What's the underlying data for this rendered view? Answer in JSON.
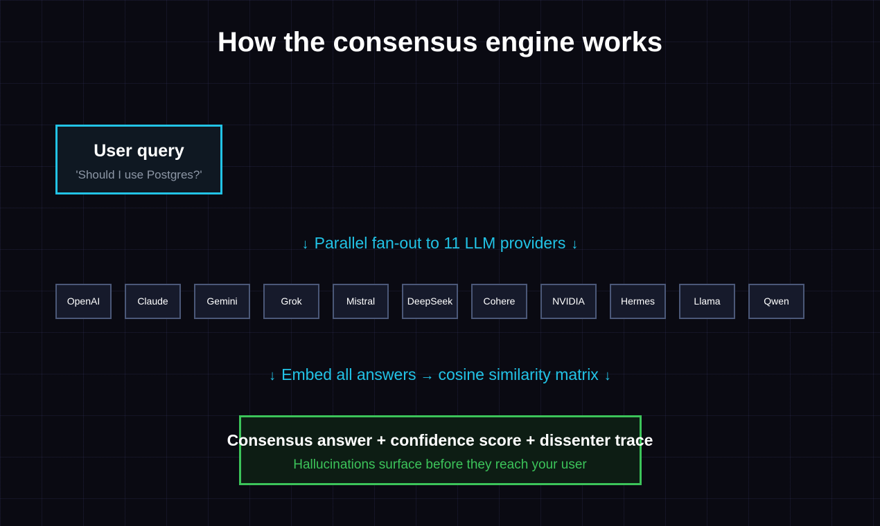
{
  "title": "How the consensus engine works",
  "query": {
    "title": "User query",
    "example": "'Should I use Postgres?'"
  },
  "steps": {
    "fan_out": {
      "text": "Parallel fan-out to 11 LLM providers",
      "arrow_icon": "arrow-down-icon"
    },
    "embed": {
      "before": "Embed all answers",
      "middle_arrow_icon": "arrow-right-icon",
      "after": "cosine similarity matrix",
      "arrow_icon": "arrow-down-icon"
    }
  },
  "providers": [
    "OpenAI",
    "Claude",
    "Gemini",
    "Grok",
    "Mistral",
    "DeepSeek",
    "Cohere",
    "NVIDIA",
    "Hermes",
    "Llama",
    "Qwen"
  ],
  "result": {
    "title": "Consensus answer + confidence score + dissenter trace",
    "subtitle": "Hallucinations surface before they reach your user"
  },
  "colors": {
    "background": "#0a0a12",
    "accent_cyan": "#22c3e6",
    "accent_green": "#3cc45a",
    "provider_border": "#4b5878",
    "provider_fill": "#161a2b"
  }
}
